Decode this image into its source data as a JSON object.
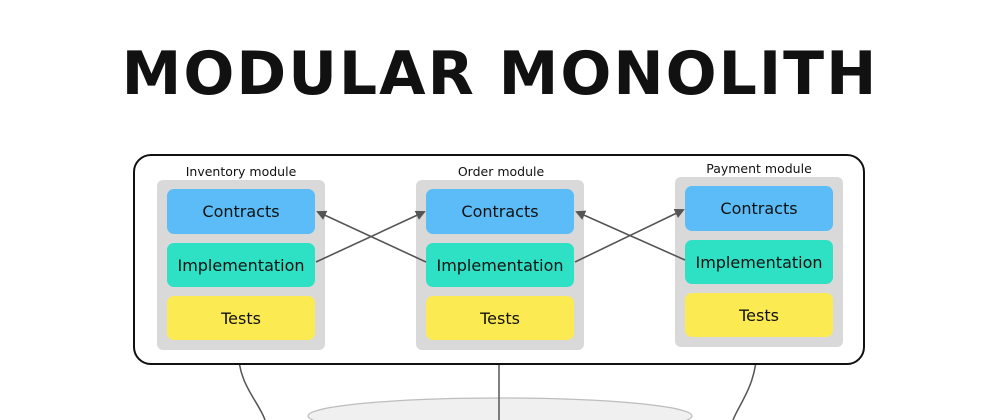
{
  "title": "MODULAR MONOLITH",
  "modules": [
    {
      "label": "Inventory module",
      "blocks": {
        "contracts": "Contracts",
        "implementation": "Implementation",
        "tests": "Tests"
      }
    },
    {
      "label": "Order module",
      "blocks": {
        "contracts": "Contracts",
        "implementation": "Implementation",
        "tests": "Tests"
      }
    },
    {
      "label": "Payment module",
      "blocks": {
        "contracts": "Contracts",
        "implementation": "Implementation",
        "tests": "Tests"
      }
    }
  ],
  "colors": {
    "contracts": "#5bbcf7",
    "implementation": "#2ee0c4",
    "tests": "#fbea51",
    "module_background": "#d9d9d9"
  }
}
